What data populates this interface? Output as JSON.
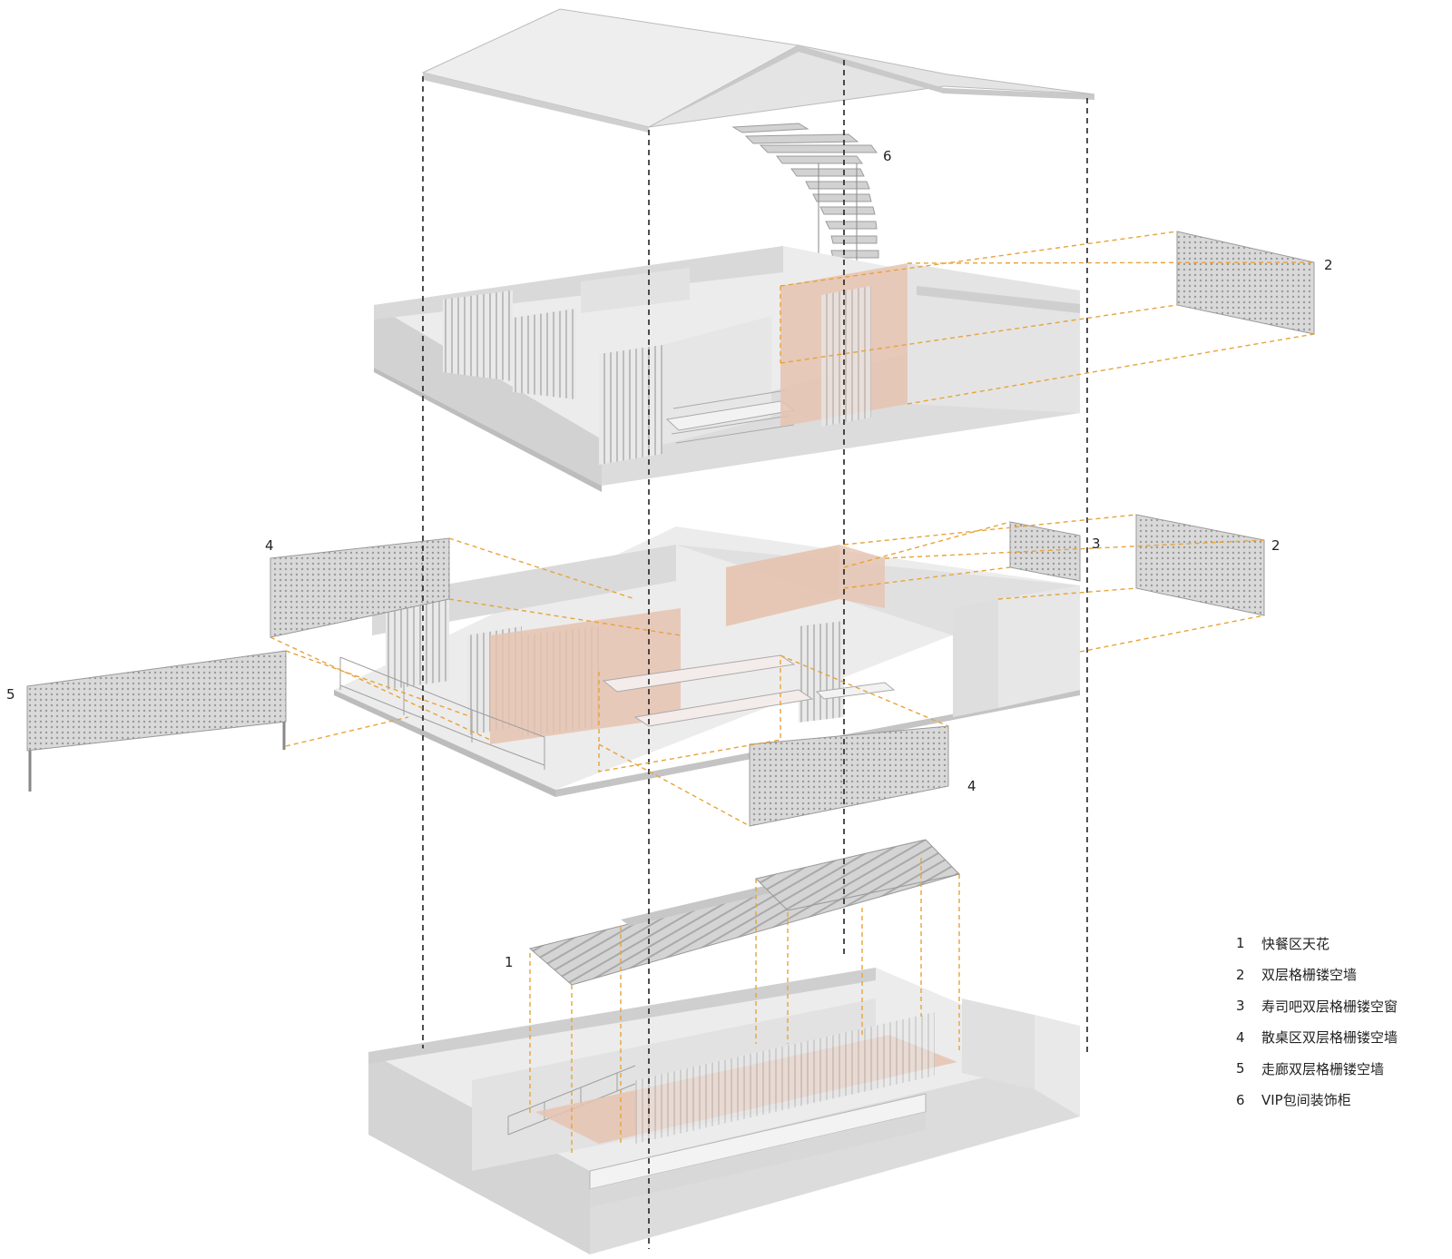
{
  "callouts": {
    "c6": "6",
    "c2_top": "2",
    "c4_left": "4",
    "c3": "3",
    "c2_mid": "2",
    "c5": "5",
    "c4_bottom": "4",
    "c1": "1"
  },
  "legend": {
    "items": [
      {
        "num": "1",
        "text": "快餐区天花"
      },
      {
        "num": "2",
        "text": "双层格栅镂空墙"
      },
      {
        "num": "3",
        "text": "寿司吧双层格栅镂空窗"
      },
      {
        "num": "4",
        "text": "散桌区双层格栅镂空墙"
      },
      {
        "num": "5",
        "text": "走廊双层格栅镂空墙"
      },
      {
        "num": "6",
        "text": "VIP包间装饰柜"
      }
    ]
  },
  "colors": {
    "accent_line": "#e8a33a",
    "wood_panel": "#e6c3b0",
    "wall": "#d6d6d6",
    "floor": "#ececec",
    "screen": "#c8c8c8"
  }
}
